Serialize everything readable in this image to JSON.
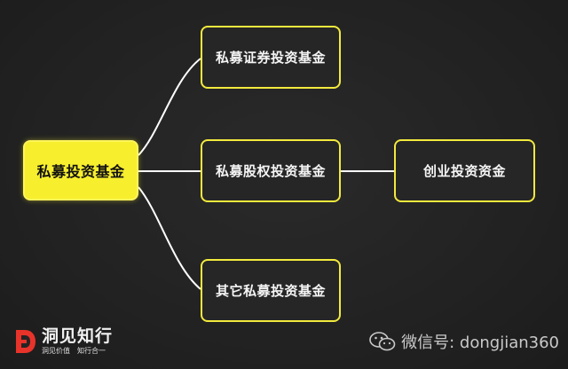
{
  "diagram": {
    "root": {
      "label": "私募投资基金"
    },
    "children": [
      {
        "id": "securities",
        "label": "私募证券投资基金"
      },
      {
        "id": "equity",
        "label": "私募股权投资基金"
      },
      {
        "id": "other",
        "label": "其它私募投资基金"
      }
    ],
    "grandchild": {
      "label": "创业投资资金",
      "parent": "equity"
    },
    "colors": {
      "accent_yellow": "#f7ee2e",
      "node_border": "#f2ea3d",
      "connector": "#ffffff",
      "background": "#242424"
    }
  },
  "brand": {
    "logo_icon": "brand-d-logo-icon",
    "name": "洞见知行",
    "slogan_left": "洞见价值",
    "slogan_right": "知行合一",
    "logo_color": "#e8332a"
  },
  "watermark": {
    "icon": "wechat-icon",
    "text": "微信号: dongjian360"
  }
}
